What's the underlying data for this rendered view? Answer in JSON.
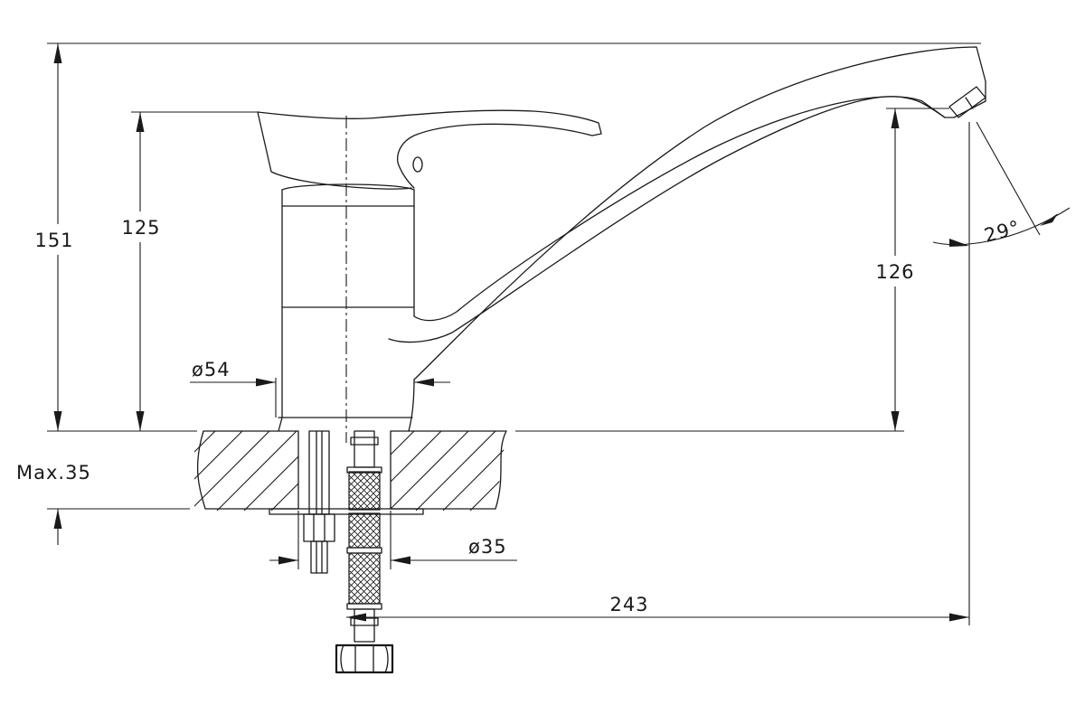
{
  "dimensions": {
    "total_height": "151",
    "body_height": "125",
    "spout_height": "126",
    "max_thickness": "Max.35",
    "body_diameter": "ø54",
    "hole_diameter": "ø35",
    "spout_reach": "243",
    "spout_angle": "29°"
  }
}
